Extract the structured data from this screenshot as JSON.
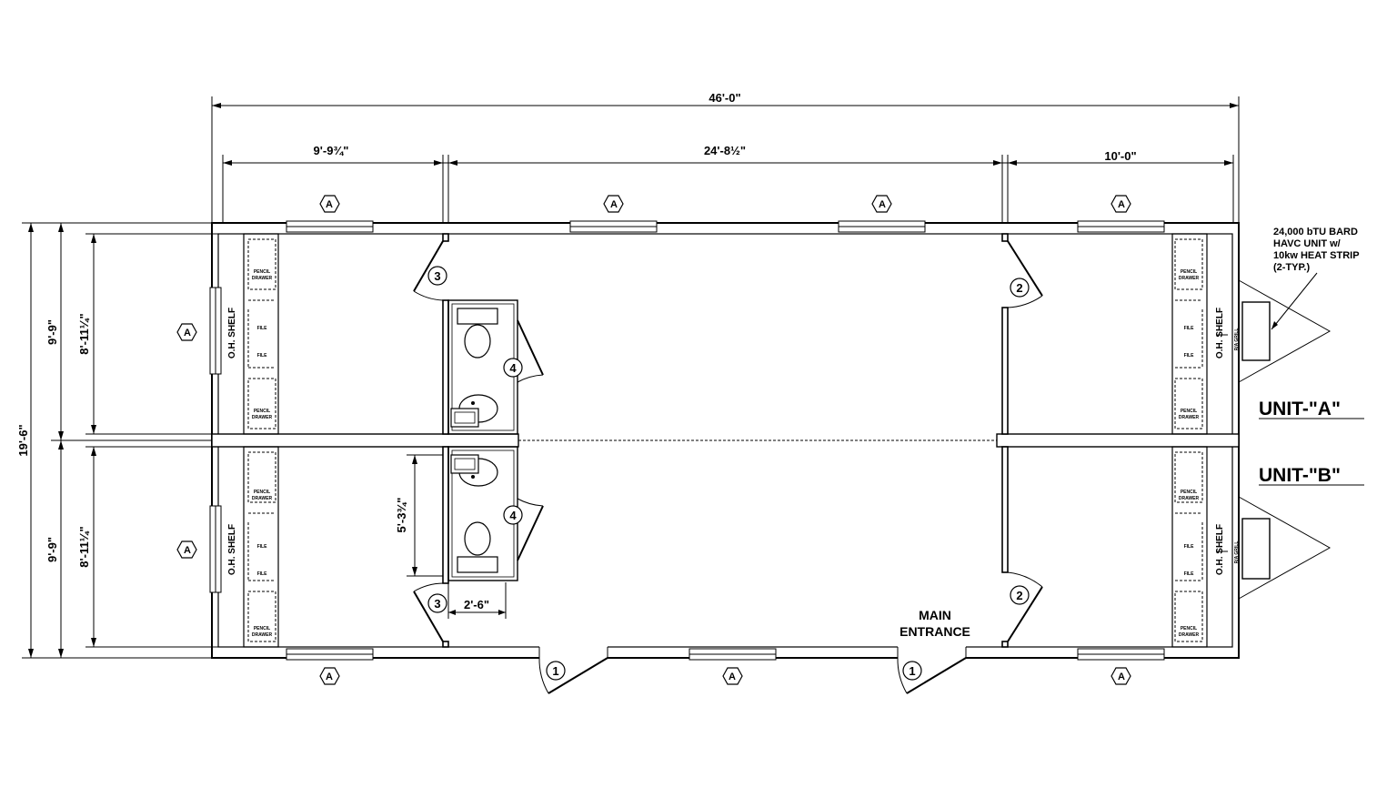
{
  "dimensions": {
    "overall_length": "46'-0\"",
    "seg_left": "9'-9¾\"",
    "seg_middle": "24'-8½\"",
    "seg_right": "10'-0\"",
    "overall_width": "19'-6\"",
    "unit_width": "9'-9\"",
    "interior_width": "8'-11¼\"",
    "restroom_depth": "5'-3¾\"",
    "restroom_width": "2'-6\""
  },
  "labels": {
    "window_tag": "A",
    "door_tags": [
      "1",
      "2",
      "3",
      "4"
    ],
    "oh_shelf": "O.H. SHELF",
    "pencil_drawer": [
      "PENCIL",
      "DRAWER"
    ],
    "file": "FILE",
    "ra_grill": "R/A GRILL",
    "hvac_note": [
      "24,000 bTU BARD",
      "HAVC UNIT w/",
      "10kw HEAT STRIP",
      "(2-TYP.)"
    ],
    "unit_a": "UNIT-\"A\"",
    "unit_b": "UNIT-\"B\"",
    "main_entrance": [
      "MAIN",
      "ENTRANCE"
    ]
  }
}
